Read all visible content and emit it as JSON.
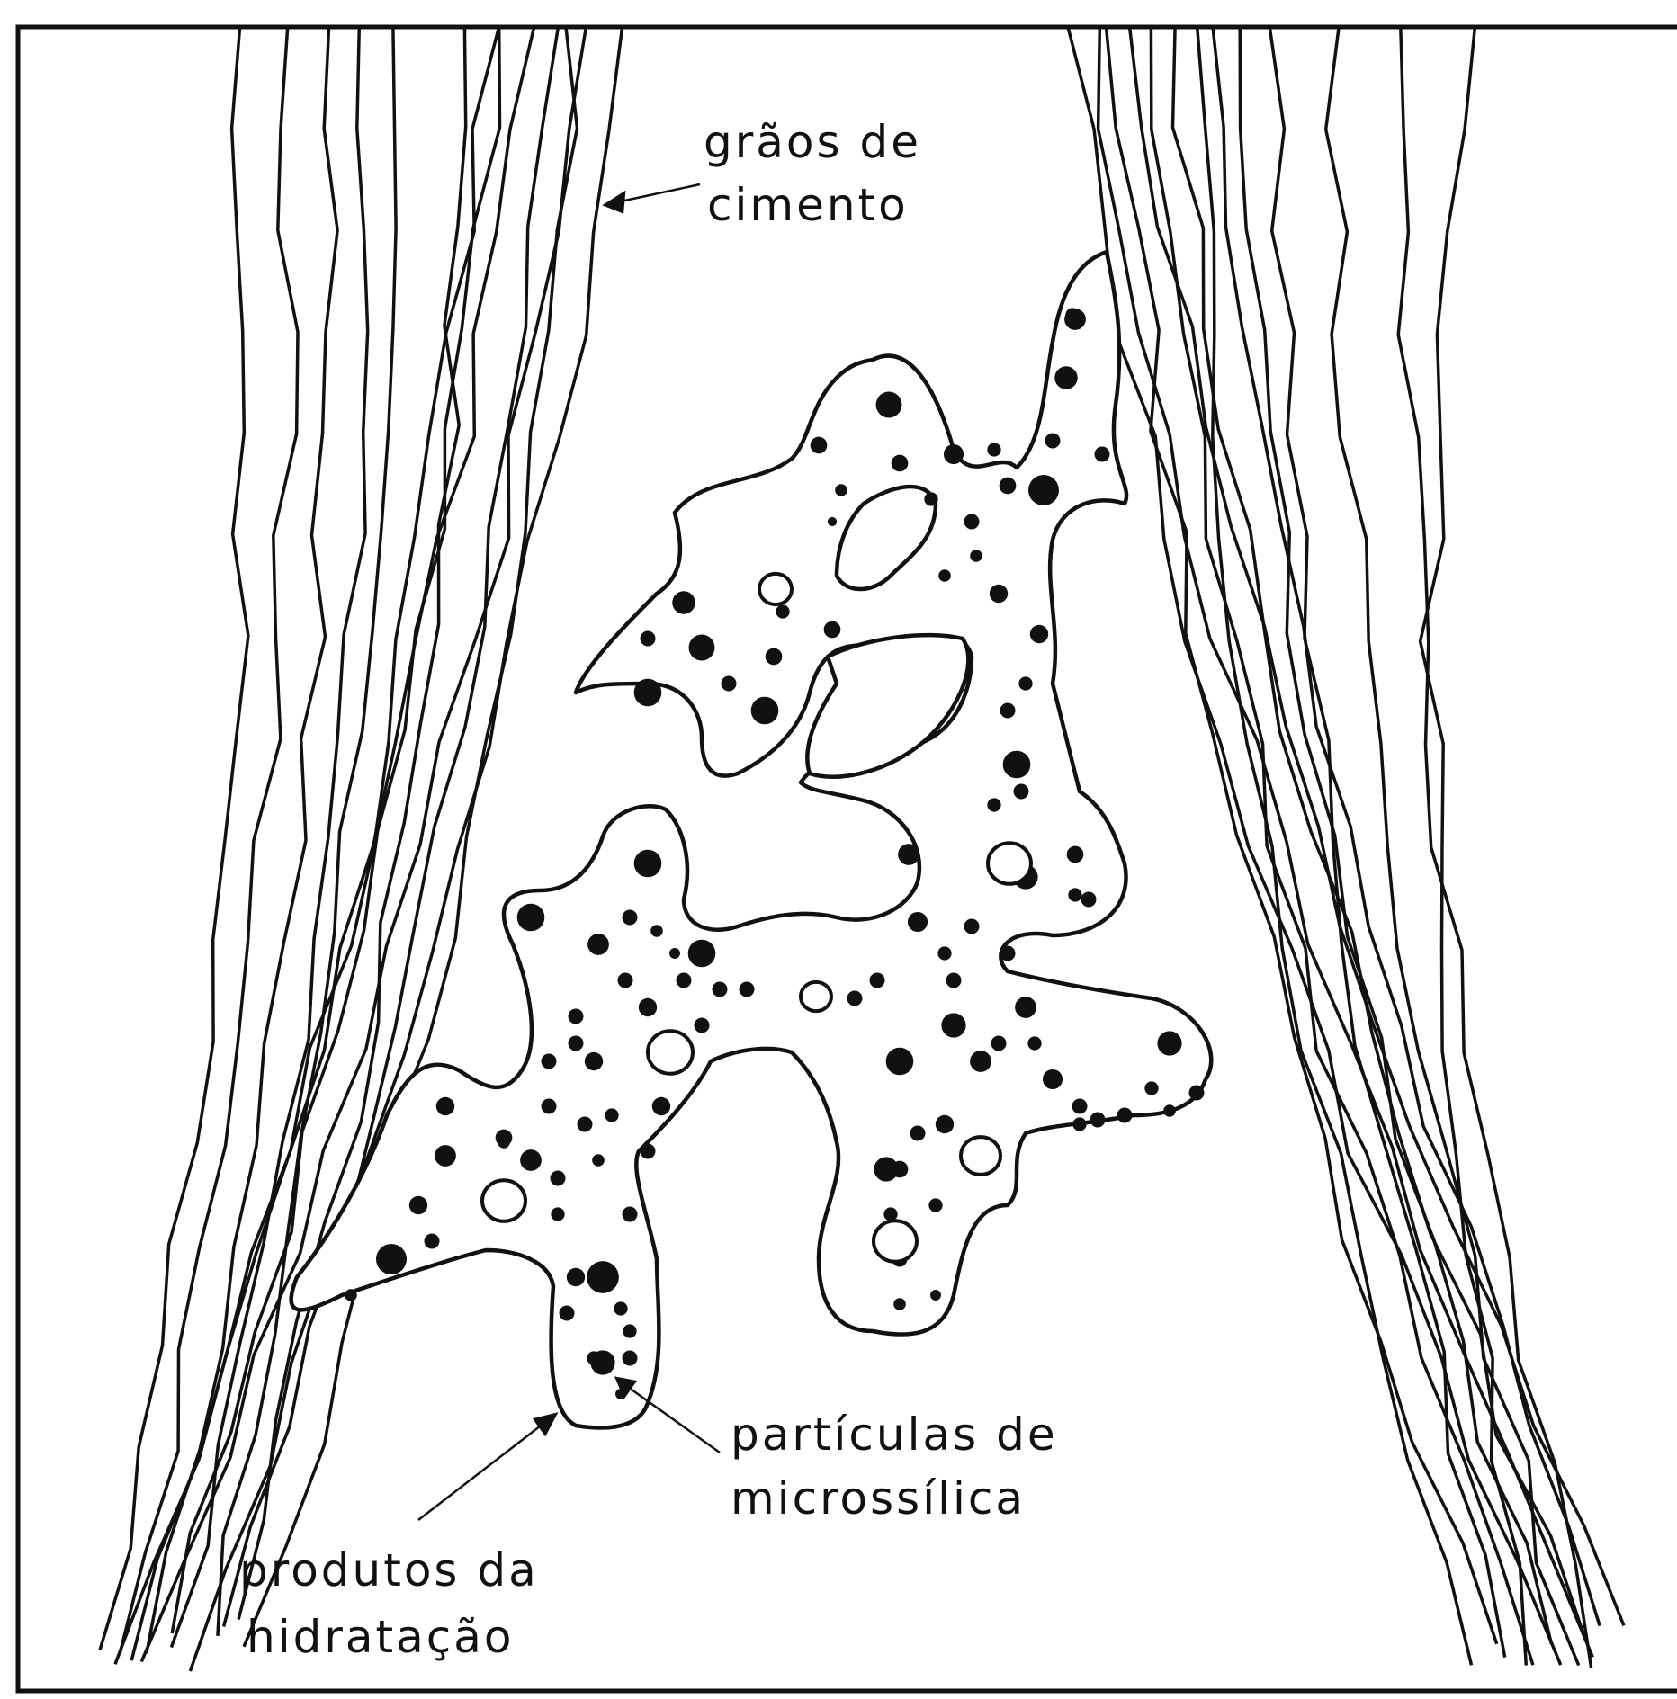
{
  "labels": {
    "grains_line1": "grãos de",
    "grains_line2": "cimento",
    "particles_line1": "partículas de",
    "particles_line2": "microssílica",
    "hydration_line1": "produtos da",
    "hydration_line2": "hidratação"
  },
  "colors": {
    "ink": "#111111",
    "background": "#ffffff"
  }
}
